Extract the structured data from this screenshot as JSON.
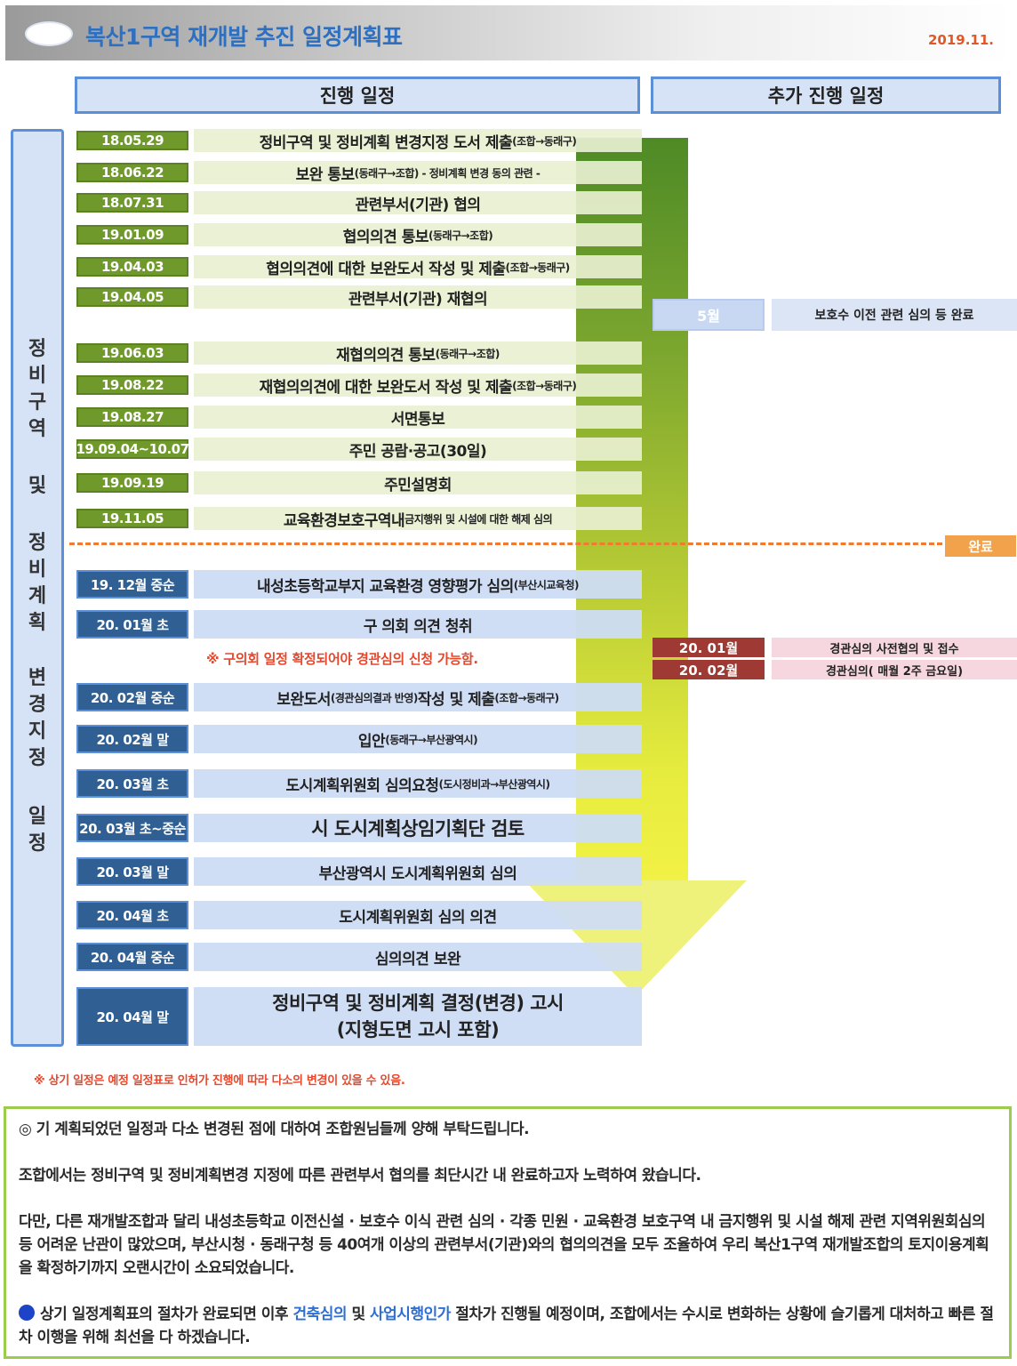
{
  "header": {
    "title": "복산1구역 재개발 추진 일정계획표",
    "date": "2019.11."
  },
  "columns": {
    "main": "진행 일정",
    "extra": "추가 진행 일정"
  },
  "vertical_label": [
    "정",
    "비",
    "구",
    "역",
    "및",
    "정",
    "비",
    "계",
    "획",
    "변",
    "경",
    "지",
    "정",
    "일",
    "정"
  ],
  "completed_rows": [
    {
      "date": "18.05.29",
      "text": "정비구역 및 정비계획 변경지정 도서 제출",
      "sub": "(조합→동래구)"
    },
    {
      "date": "18.06.22",
      "text": "보완 통보",
      "sub": "(동래구→조합)  - 정비계획 변경 동의 관련 -"
    },
    {
      "date": "18.07.31",
      "text": "관련부서(기관) 협의",
      "sub": ""
    },
    {
      "date": "19.01.09",
      "text": "협의의견 통보",
      "sub": "(동래구→조합)"
    },
    {
      "date": "19.04.03",
      "text": "협의의견에 대한 보완도서 작성 및 제출",
      "sub": "(조합→동래구)"
    },
    {
      "date": "19.04.05",
      "text": "관련부서(기관) 재협의",
      "sub": ""
    },
    {
      "date": "19.06.03",
      "text": "재협의의견 통보",
      "sub": "(동래구→조합)"
    },
    {
      "date": "19.08.22",
      "text": "재협의의견에 대한 보완도서 작성 및 제출",
      "sub": "(조합→동래구)"
    },
    {
      "date": "19.08.27",
      "text": "서면통보",
      "sub": ""
    },
    {
      "date": "19.09.04~10.07",
      "text": "주민 공람·공고(30일)",
      "sub": ""
    },
    {
      "date": "19.09.19",
      "text": "주민설명회",
      "sub": ""
    },
    {
      "date": "19.11.05",
      "text": "교육환경보호구역내",
      "sub": " 금지행위 및 시설에 대한 해제 심의"
    }
  ],
  "done_label": "완료",
  "planned_rows": [
    {
      "date": "19. 12월 중순",
      "text": "내성초등학교부지 교육환경 영향평가 심의",
      "sub": "(부산시교육청)"
    },
    {
      "date": "20. 01월 초",
      "text": "구 의회 의견 청취",
      "sub": ""
    },
    {
      "date": "20. 02월 중순",
      "text": "보완도서",
      "sub": "(경관심의결과 반영)",
      "text2": " 작성 및 제출",
      "sub2": "(조합→동래구)"
    },
    {
      "date": "20. 02월 말",
      "text": "입안",
      "sub": "(동래구→부산광역시)"
    },
    {
      "date": "20. 03월 초",
      "text": "도시계획위원회 심의요청",
      "sub": "(도시정비과→부산광역시)"
    },
    {
      "date": "20. 03월 초~중순",
      "text": "시 도시계획상임기획단 검토",
      "sub": ""
    },
    {
      "date": "20. 03월 말",
      "text": "부산광역시  도시계획위원회 심의",
      "sub": ""
    },
    {
      "date": "20. 04월 초",
      "text": "도시계획위원회 심의 의견",
      "sub": ""
    },
    {
      "date": "20. 04월 중순",
      "text": "심의의견 보완",
      "sub": ""
    },
    {
      "date": "20. 04월 말",
      "text": "정비구역 및 정비계획 결정(변경) 고시",
      "text2": "(지형도면 고시 포함)"
    }
  ],
  "council_note": "※ 구의회 일정 확정되어야 경관심의 신청 가능함.",
  "extra_items": [
    {
      "date": "5월",
      "text": "보호수 이전 관련 심의 등 완료"
    },
    {
      "date": "20. 01월",
      "text": "경관심의 사전협의 및 접수"
    },
    {
      "date": "20. 02월",
      "text": "경관심의( 매월 2주 금요일)"
    }
  ],
  "footnote": "※ 상기 일정은 예정 일정표로 인허가 진행에 따라 다소의 변경이 있을 수 있음.",
  "notice": {
    "p1": "◎ 기 계획되었던 일정과 다소 변경된 점에 대하여 조합원님들께 양해 부탁드립니다.",
    "p2": "조합에서는 정비구역 및 정비계획변경 지정에 따른 관련부서 협의를 최단시간 내 완료하고자 노력하여 왔습니다.",
    "p3": "다만, 다른 재개발조합과 달리 내성초등학교 이전신설 · 보호수 이식 관련 심의 · 각종 민원 · 교육환경 보호구역 내 금지행위 및 시설 해제 관련 지역위원회심의 등 어려운 난관이 많았으며, 부산시청 · 동래구청 등 40여개 이상의 관련부서(기관)와의 협의의견을 모두 조율하여 우리 복산1구역 재개발조합의 토지이용계획을 확정하기까지 오랜시간이 소요되었습니다.",
    "p4_a": "상기 일정계획표의 절차가 완료되면 이후 ",
    "p4_link1": "건축심의",
    "p4_b": " 및 ",
    "p4_link2": "사업시행인가",
    "p4_c": " 절차가 진행될 예정이며, 조합에서는 수시로 변화하는 상황에 슬기롭게 대처하고 빠른 절차 이행을 위해 최선을 다 하겠습니다."
  }
}
